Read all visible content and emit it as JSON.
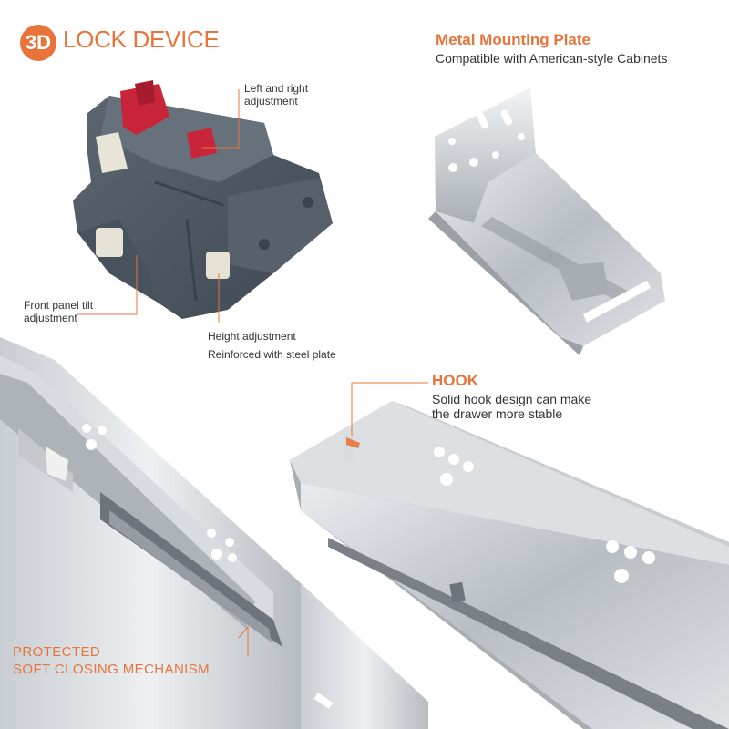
{
  "lock_device": {
    "badge": "3D",
    "title": "LOCK DEVICE",
    "labels": {
      "left_right": "Left and right\nadjustment",
      "front_tilt": "Front panel tilt\nadjustment",
      "height": "Height adjustment",
      "reinforced": "Reinforced with steel plate"
    }
  },
  "mounting_plate": {
    "title": "Metal Mounting Plate",
    "subtitle": "Compatible with American-style Cabinets"
  },
  "hook": {
    "title": "HOOK",
    "description_line1": "Solid hook design can make",
    "description_line2": "the drawer more stable"
  },
  "soft_close": {
    "line1": "PROTECTED",
    "line2": "SOFT CLOSING MECHANISM"
  },
  "colors": {
    "accent": "#e8743b",
    "lock_body": "#4f5964",
    "lock_red": "#c8243a",
    "steel": "#c4c8cc"
  }
}
